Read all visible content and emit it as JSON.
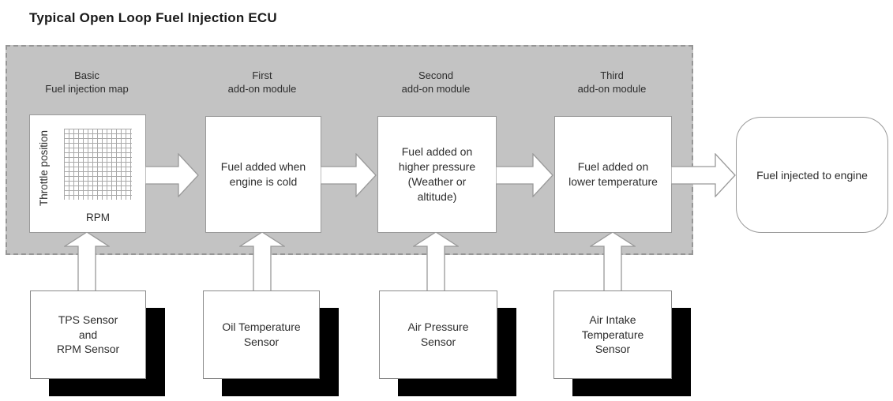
{
  "title": "Typical Open Loop Fuel Injection ECU",
  "diagram": {
    "stages": [
      {
        "label": "Basic\nFuel injection map",
        "map_y_axis": "Throttle position",
        "map_x_axis": "RPM"
      },
      {
        "label": "First\nadd-on module",
        "text": "Fuel added when\nengine is cold"
      },
      {
        "label": "Second\nadd-on module",
        "text": "Fuel added on\nhigher pressure\n(Weather or\naltitude)"
      },
      {
        "label": "Third\nadd-on module",
        "text": "Fuel added on\nlower temperature"
      }
    ],
    "output": "Fuel injected to engine",
    "sensors": [
      {
        "text": "TPS Sensor\nand\nRPM Sensor"
      },
      {
        "text": "Oil Temperature\nSensor"
      },
      {
        "text": "Air Pressure\nSensor"
      },
      {
        "text": "Air Intake\nTemperature\nSensor"
      }
    ]
  },
  "colors": {
    "ecu_background": "#c3c3c3",
    "ecu_dashed_border": "#969696",
    "box_background": "#ffffff",
    "box_border": "#999999",
    "sensor_shadow": "#000000",
    "arrow_fill": "#ffffff",
    "arrow_stroke": "#999999",
    "text": "#2d2d2d",
    "title_text": "#1a1a1a"
  }
}
